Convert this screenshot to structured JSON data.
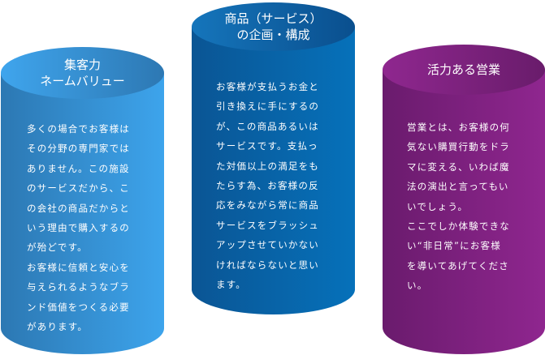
{
  "cylinders": [
    {
      "title": "集客力\nネームバリュー",
      "text": "多くの場合でお客様は\nその分野の専門家では\nありません。この施設\nのサービスだから、こ\nの会社の商品だからと\nいう理由で購入するの\nが殆どです。\nお客様に信頼と安心を\n与えられるようなブラ\nンド価値をつくる必要\nがあります。",
      "color": "#3ca3ea"
    },
    {
      "title": "商品（サービス）\nの企画・構成",
      "text": "お客様が支払うお金と\n引き換えに手にするの\nが、この商品あるいは\nサービスです。支払っ\nた対価以上の満足をも\nたらす為、お客様の反\n応をみながら常に商品\nサービスをブラッシュ\nアップさせていかない\nければならないと思い\nます。",
      "color": "#0670b8"
    },
    {
      "title": "活力ある営業",
      "text": "営業とは、お客様の何\n気ない購買行動をドラ\nマに変える、いわば魔\n法の演出と言ってもい\nいでしょう。\nここでしか体験できな\nい“非日常”にお客様\nを導いてあげてくださ\nい。",
      "color": "#8e258e"
    }
  ]
}
